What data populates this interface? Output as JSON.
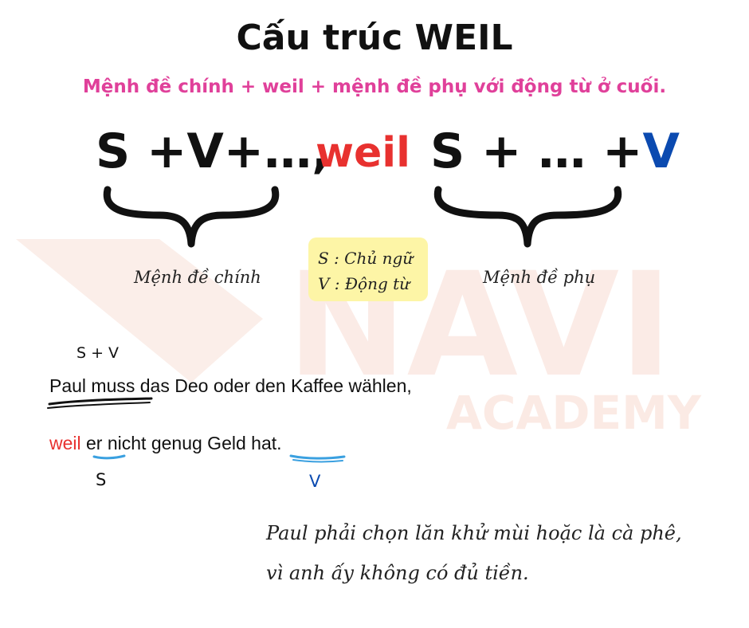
{
  "title": "Cấu trúc WEIL",
  "subtitle": "Mệnh đề chính + weil + mệnh đề phụ với động từ ở cuối.",
  "formula": {
    "main_clause": "S +V+…,",
    "connector": "weil",
    "sub_clause_prefix": "S + … +",
    "sub_clause_verb": "V"
  },
  "labels": {
    "main_clause": "Mệnh đề chính",
    "sub_clause": "Mệnh đề phụ"
  },
  "legend": {
    "subject": "S : Chủ ngữ",
    "verb": "V : Động từ"
  },
  "example": {
    "mark_sv": "S + V",
    "sentence1_subject_verb": "Paul muss",
    "sentence1_rest": " das Deo oder den Kaffee wählen,",
    "sentence2_connector": "weil",
    "sentence2_subject": " er",
    "sentence2_middle": " nicht genug Geld ",
    "sentence2_verb": "hat.",
    "mark_s": "S",
    "mark_v": "V"
  },
  "translation": {
    "line1": "Paul phải chọn lăn khử mùi hoặc là cà phê,",
    "line2": "vì anh ấy không có đủ tiền."
  },
  "watermark": {
    "line1": "NAVI",
    "line2": "ACADEMY"
  },
  "colors": {
    "title": "#111111",
    "subtitle": "#e0409a",
    "connector": "#e8312f",
    "verb": "#0b4ab0",
    "legend_bg": "#fdf5a6",
    "watermark": "#f7e6e0"
  }
}
